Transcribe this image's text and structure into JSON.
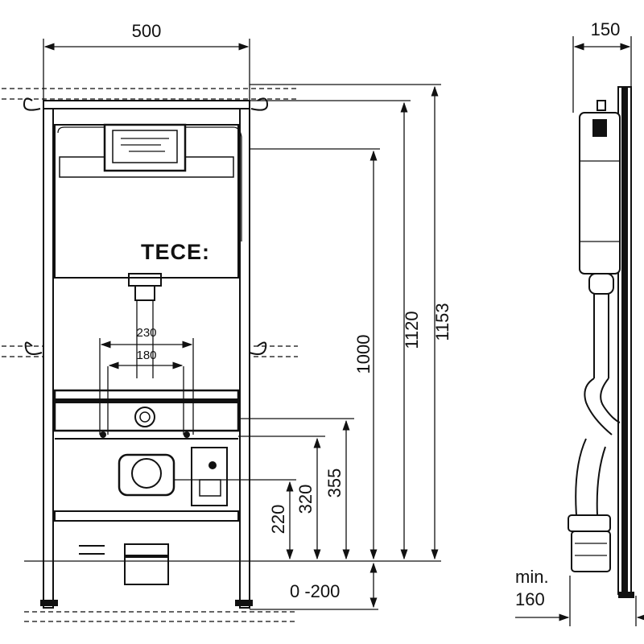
{
  "front_view": {
    "width_label": "500",
    "brand_label": "TECE:",
    "inner_spacing_outer": "230",
    "inner_spacing_inner": "180",
    "height_labels": {
      "h220": "220",
      "h320": "320",
      "h355": "355",
      "h1000": "1000",
      "h1120": "1120",
      "h1153": "1153"
    },
    "adjust_label": "0 -200"
  },
  "side_view": {
    "depth_label": "150",
    "min_label_line1": "min.",
    "min_label_line2": "160"
  }
}
